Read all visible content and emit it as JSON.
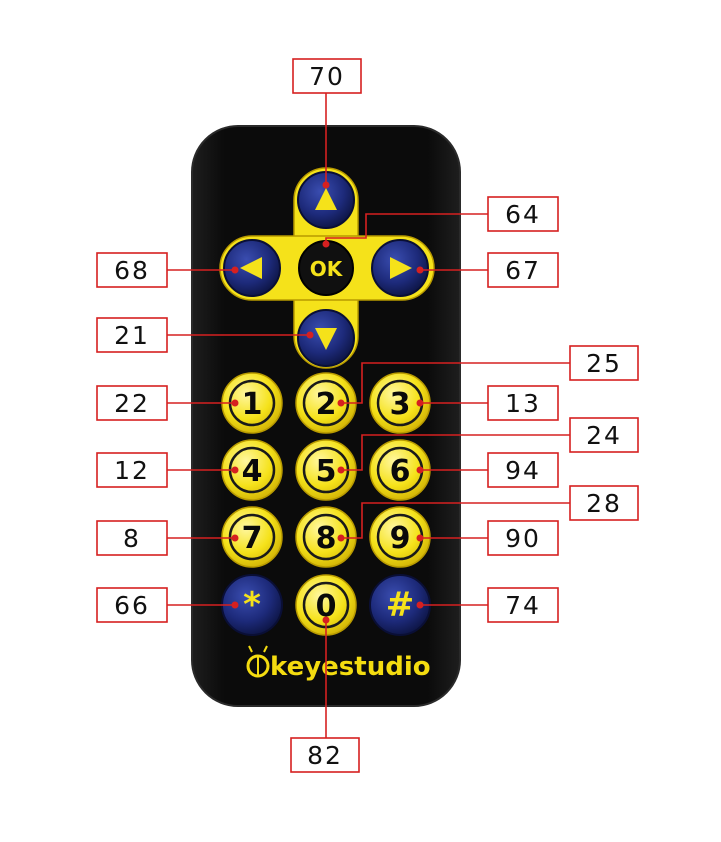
{
  "remote": {
    "brand": "keyestudio",
    "body_color": "#0d0d0d",
    "key_yellow": "#f5e21a",
    "key_blue": "#1d2a7a",
    "line_color": "#d62020",
    "keys": {
      "up": "▲",
      "down": "▼",
      "left": "◀",
      "right": "▶",
      "ok": "OK",
      "k1": "1",
      "k2": "2",
      "k3": "3",
      "k4": "4",
      "k5": "5",
      "k6": "6",
      "k7": "7",
      "k8": "8",
      "k9": "9",
      "star": "*",
      "k0": "0",
      "hash": "#"
    }
  },
  "codes": {
    "up": "70",
    "ok": "64",
    "left": "68",
    "right": "67",
    "down": "21",
    "k1": "22",
    "k2": "25",
    "k3": "13",
    "k4": "12",
    "k5": "24",
    "k6": "94",
    "k7": "8",
    "k8": "28",
    "k9": "90",
    "star": "66",
    "hash": "74",
    "k0": "82"
  }
}
